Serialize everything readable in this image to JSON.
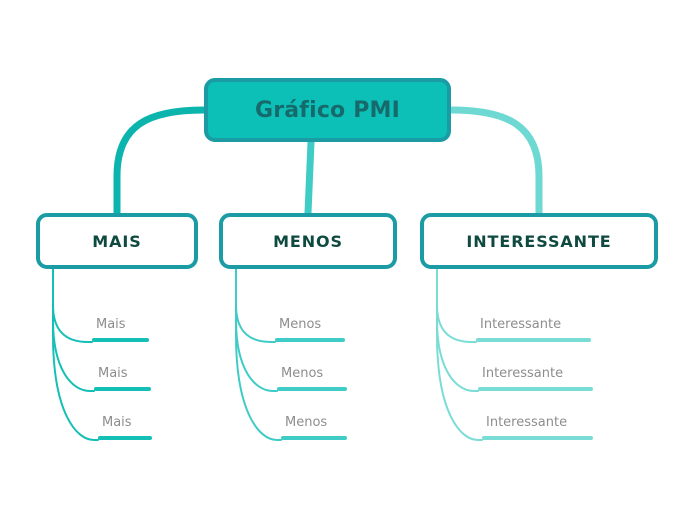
{
  "diagram": {
    "type": "mind-map",
    "title": "Gráfico PMI",
    "background_color": "#ffffff",
    "root": {
      "label": "Gráfico PMI",
      "fill_color": "#0cc0b8",
      "border_color": "#1b9ba3",
      "text_color": "#176a6c"
    },
    "branches": [
      {
        "label": "MAIS",
        "edge_color": "#0bb5ae",
        "leaf_color": "#14bfb5",
        "border_color": "#1b9ba3",
        "text_color": "#0f4a41",
        "leaves": [
          {
            "label": "Mais"
          },
          {
            "label": "Mais"
          },
          {
            "label": "Mais"
          }
        ]
      },
      {
        "label": "MENOS",
        "edge_color": "#3fcbc6",
        "leaf_color": "#3fcbc6",
        "border_color": "#1b9ba3",
        "text_color": "#0f4a41",
        "leaves": [
          {
            "label": "Menos"
          },
          {
            "label": "Menos"
          },
          {
            "label": "Menos"
          }
        ]
      },
      {
        "label": "INTERESSANTE",
        "edge_color": "#6ed8d2",
        "leaf_color": "#79dcd5",
        "border_color": "#1b9ba3",
        "text_color": "#0f4a41",
        "leaves": [
          {
            "label": "Interessante"
          },
          {
            "label": "Interessante"
          },
          {
            "label": "Interessante"
          }
        ]
      }
    ]
  }
}
